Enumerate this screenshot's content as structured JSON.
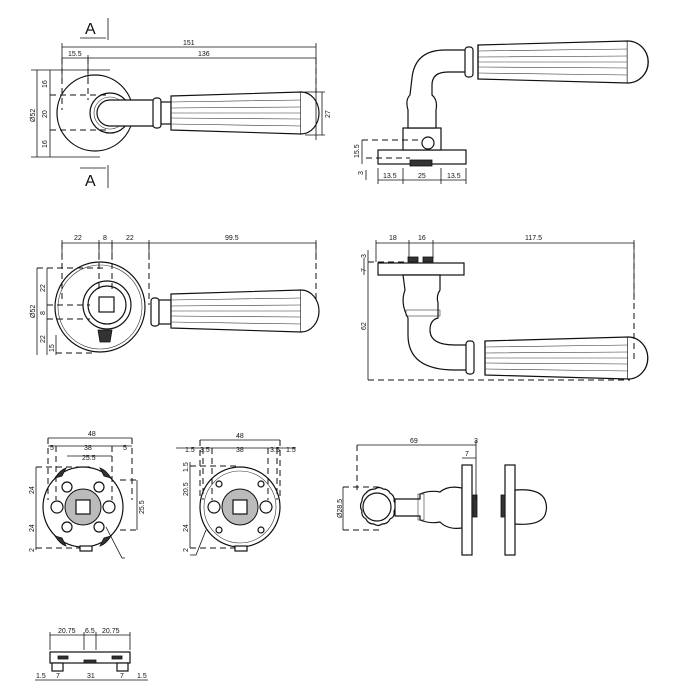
{
  "views": {
    "front": {
      "section_a_top": "A",
      "section_a_bottom": "A",
      "overall": "151",
      "offset": "15.5",
      "lever": "136",
      "dia": "Ø52",
      "top": "16",
      "mid": "20",
      "bottom": "16",
      "grip": "27"
    },
    "side_top": {
      "height": "15.5",
      "gap": "3",
      "left": "13.5",
      "center": "25",
      "right": "13.5"
    },
    "back": {
      "left": "22",
      "center": "8",
      "right": "22",
      "lever": "99.5",
      "dia": "Ø52",
      "top": "22",
      "mid": "8",
      "bottom": "22",
      "small": "15"
    },
    "side_bottom": {
      "a": "18",
      "b": "16",
      "lever": "117.5",
      "gap": "3",
      "plate": "7",
      "height": "62"
    },
    "rose_a": {
      "overall": "48",
      "left": "5",
      "center": "38",
      "right": "5",
      "holes": "25.5",
      "top": "24",
      "bottom": "24",
      "base": "2",
      "vert": "25.5"
    },
    "rose_b": {
      "overall": "48",
      "l1": "1.5",
      "l2": "3.5",
      "center": "38",
      "r2": "3.5",
      "r1": "1.5",
      "top": "1.5",
      "upper": "20.5",
      "lower": "24",
      "base": "2"
    },
    "end": {
      "length": "69",
      "gap": "3",
      "plate": "7",
      "dia": "Ø28.5"
    },
    "plate": {
      "left": "20.75",
      "center": "6.5",
      "right": "20.75",
      "e1": "1.5",
      "f1": "7",
      "span": "31",
      "f2": "7",
      "e2": "1.5"
    }
  }
}
